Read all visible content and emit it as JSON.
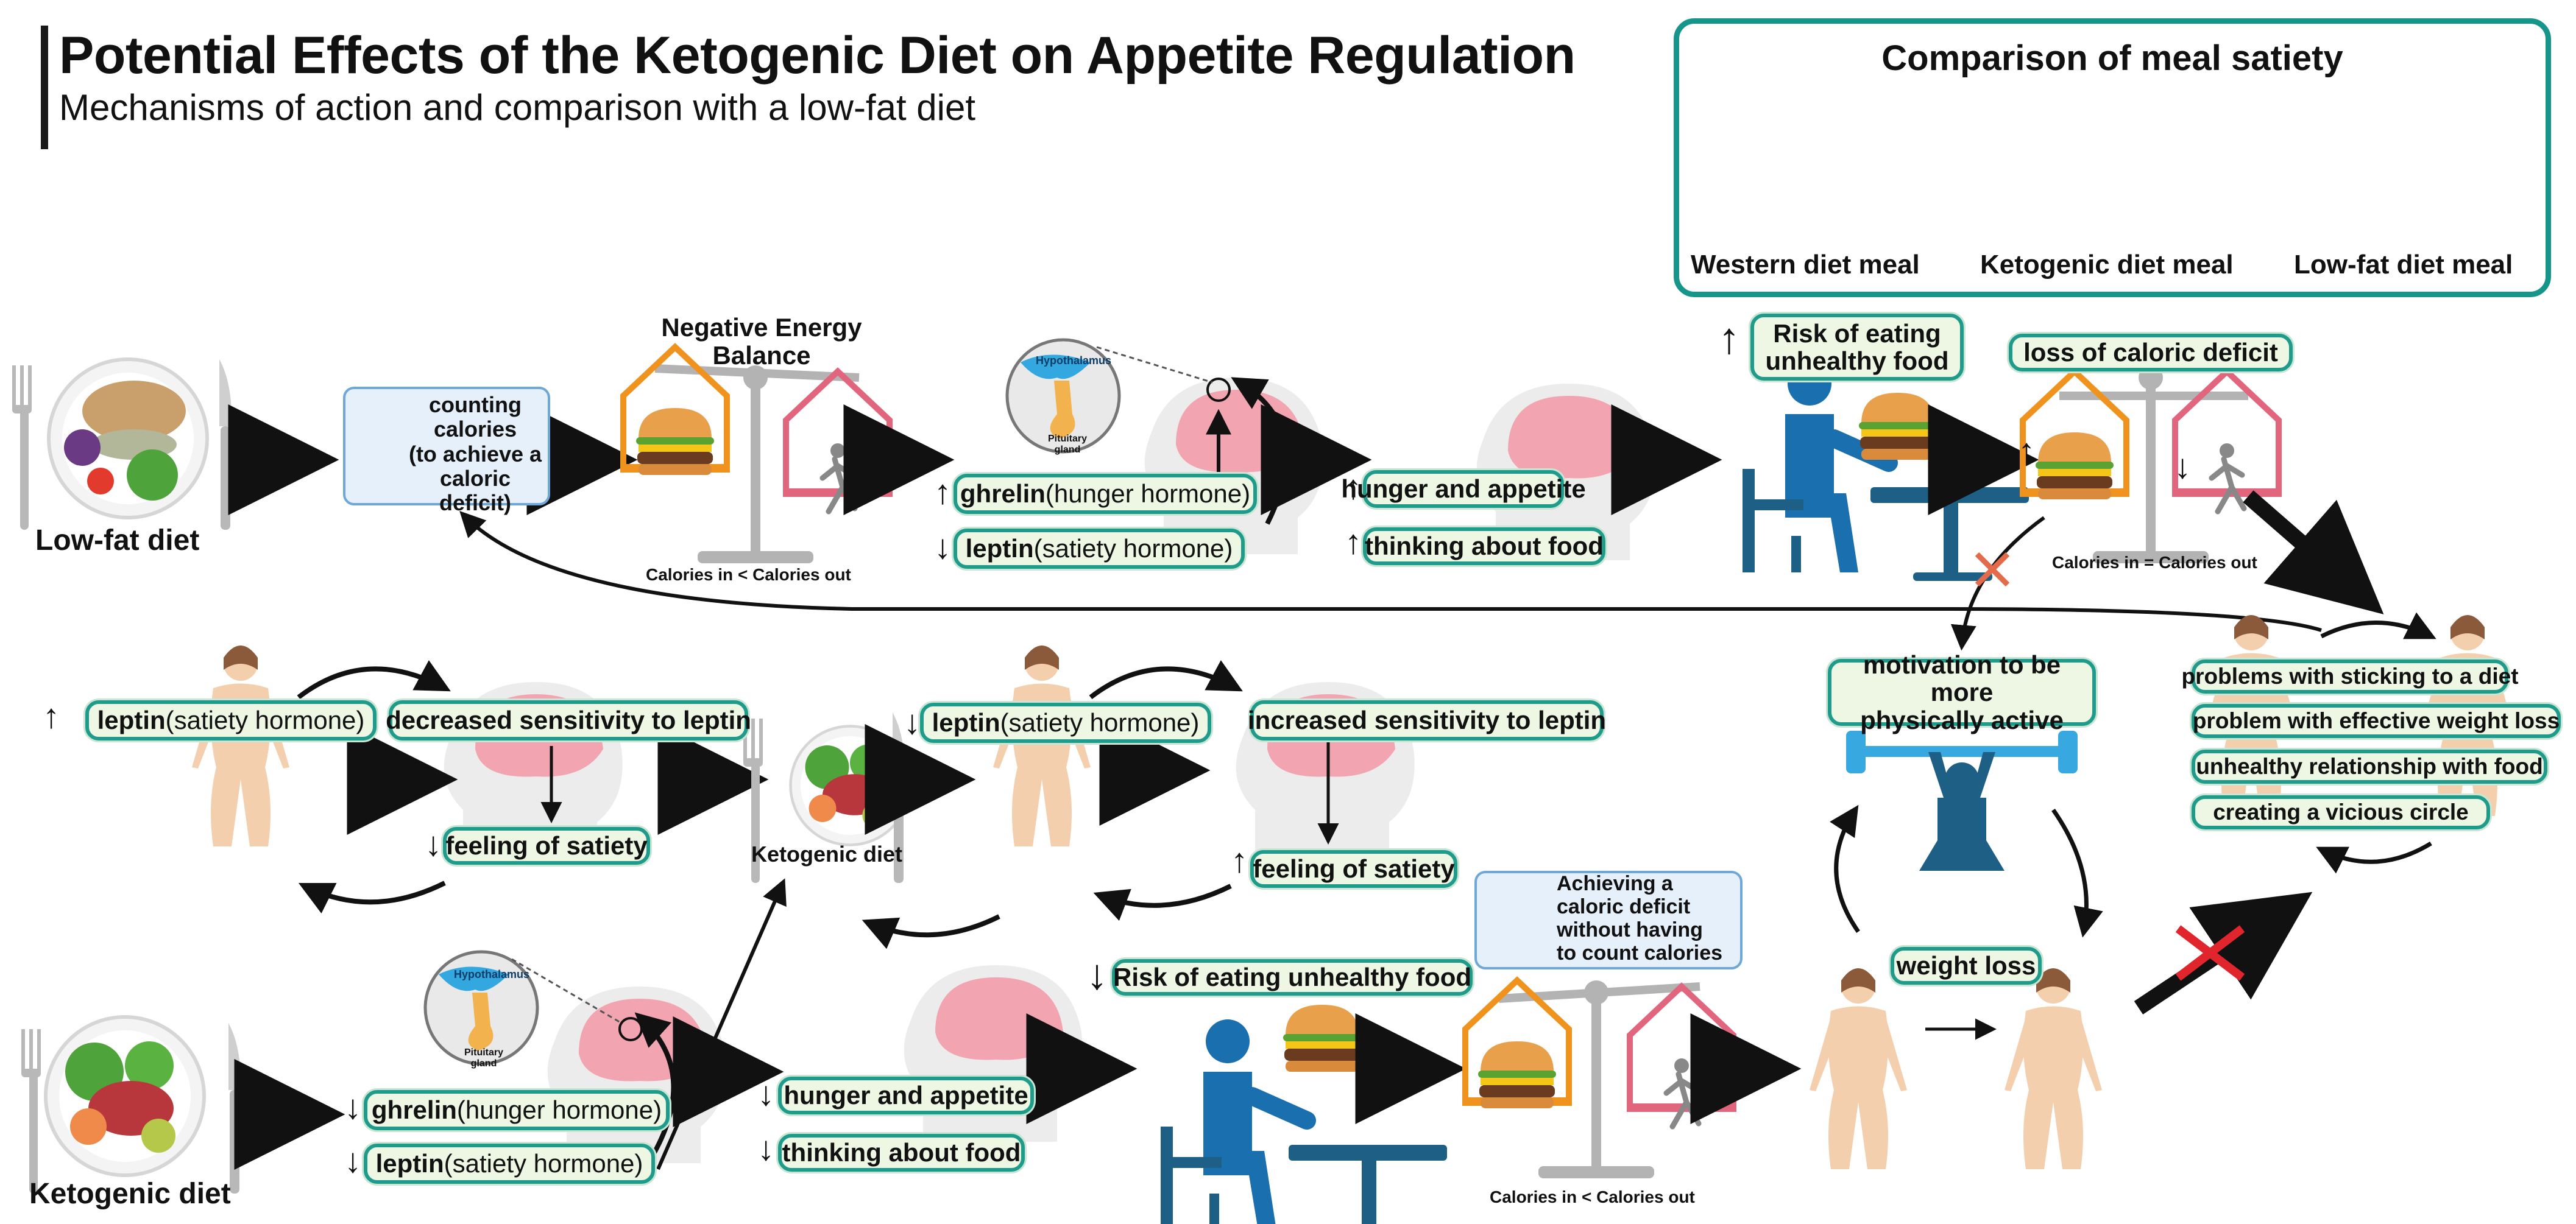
{
  "header": {
    "title": "Potential Effects of the Ketogenic Diet on Appetite Regulation",
    "subtitle": "Mechanisms of action and comparison with a low-fat diet"
  },
  "comparison": {
    "title": "Comparison of meal satiety",
    "western": "Western diet meal",
    "ketogenic": "Ketogenic diet meal",
    "lowfat": "Low-fat diet meal"
  },
  "lowfat_path": {
    "diet_label": "Low-fat diet",
    "counting_calories": "counting\ncalories\n(to achieve a\ncaloric deficit)",
    "neb_title": "Negative Energy\nBalance",
    "scale_caption": "Calories in < Calories out",
    "hypothalamus": "Hypothalamus",
    "pituitary": "Pituitary\ngland",
    "ghrelin_bold": "ghrelin",
    "ghrelin_rest": " (hunger hormone)",
    "leptin_bold": "leptin",
    "leptin_rest": " (satiety hormone)",
    "hunger": "hunger and appetite",
    "thinking": "thinking about food",
    "risk": "Risk of eating\nunhealthy food",
    "loss_deficit": "loss of caloric deficit",
    "equal_caption": "Calories in = Calories out",
    "motivation": "motivation to be more\nphysically active",
    "problems": [
      "problems with sticking to a diet",
      "problem with effective weight loss",
      "unhealthy relationship with food",
      "creating a vicious circle"
    ]
  },
  "leptin_cycle": {
    "leptin_bold": "leptin",
    "leptin_rest": " (satiety hormone)",
    "decreased": "decreased sensitivity to leptin",
    "satiety": "feeling of satiety",
    "keto_label": "Ketogenic diet",
    "increased": "increased sensitivity to leptin"
  },
  "keto_path": {
    "diet_label": "Ketogenic diet",
    "hypothalamus": "Hypothalamus",
    "pituitary": "Pituitary\ngland",
    "ghrelin_bold": "ghrelin",
    "ghrelin_rest": " (hunger hormone)",
    "leptin_bold": "leptin",
    "leptin_rest": " (satiety hormone)",
    "hunger": "hunger and appetite",
    "thinking": "thinking about food",
    "risk": "Risk of eating unhealthy food",
    "achieving": "Achieving a\ncaloric deficit\nwithout having\nto count calories",
    "scale_caption": "Calories in < Calories out",
    "weight_loss": "weight loss"
  },
  "colors": {
    "teal": "#1e9b8a",
    "pill_fill": "#eef6e4",
    "orange": "#f0931e",
    "pink": "#e2657e",
    "blue_person": "#1a6fae",
    "skin": "#f3cfae"
  }
}
